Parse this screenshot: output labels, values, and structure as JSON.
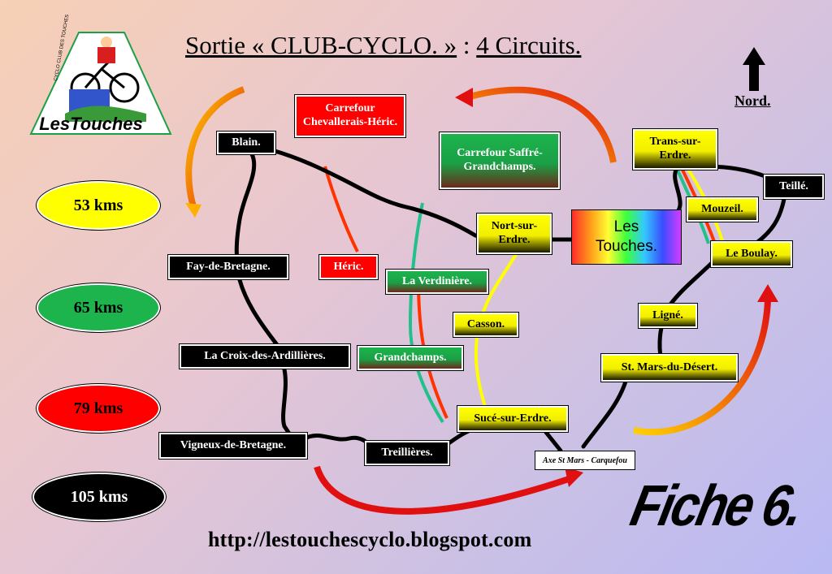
{
  "title": {
    "part1": "Sortie « CLUB-CYCLO. »",
    "sep": " : ",
    "part2": "4 Circuits."
  },
  "north_label": "Nord.",
  "logo_text": "LesTouches",
  "logo_small": "CYCLO CLUB DES TOUCHES",
  "distances": [
    {
      "label": "53 kms",
      "color": "#ffff00",
      "text": "#000000"
    },
    {
      "label": "65 kms",
      "color": "#1db34d",
      "text": "#000000"
    },
    {
      "label": "79 kms",
      "color": "#ff0000",
      "text": "#000000"
    },
    {
      "label": "105 kms",
      "color": "#000000",
      "text": "#ffffff"
    }
  ],
  "places": {
    "blain": "Blain.",
    "fay": "Fay-de-Bretagne.",
    "croix": "La Croix-des-Ardillières.",
    "vigneux": "Vigneux-de-Bretagne.",
    "treillieres": "Treillières.",
    "carrefour_cheval": "Carrefour Chevallerais-Héric.",
    "carrefour_saffre": "Carrefour Saffré-Grandchamps.",
    "heric": "Héric.",
    "verdiniere": "La Verdinière.",
    "grandchamps": "Grandchamps.",
    "nort": "Nort-sur-Erdre.",
    "casson": "Casson.",
    "suce": "Sucé-sur-Erdre.",
    "les_touches_1": "Les",
    "les_touches_2": "Touches.",
    "trans": "Trans-sur-Erdre.",
    "mouzeil": "Mouzeil.",
    "teille": "Teillé.",
    "boulay": "Le Boulay.",
    "ligne": "Ligné.",
    "stmars": "St. Mars-du-Désert.",
    "axe": "Axe St Mars - Carquefou"
  },
  "colors": {
    "r53": "#ffff00",
    "r65": "#1db34d",
    "r79": "#ff3300",
    "r105": "#000000",
    "arrow": "#e01010"
  },
  "url": "http://lestouchescyclo.blogspot.com",
  "fiche": "Fiche 6."
}
